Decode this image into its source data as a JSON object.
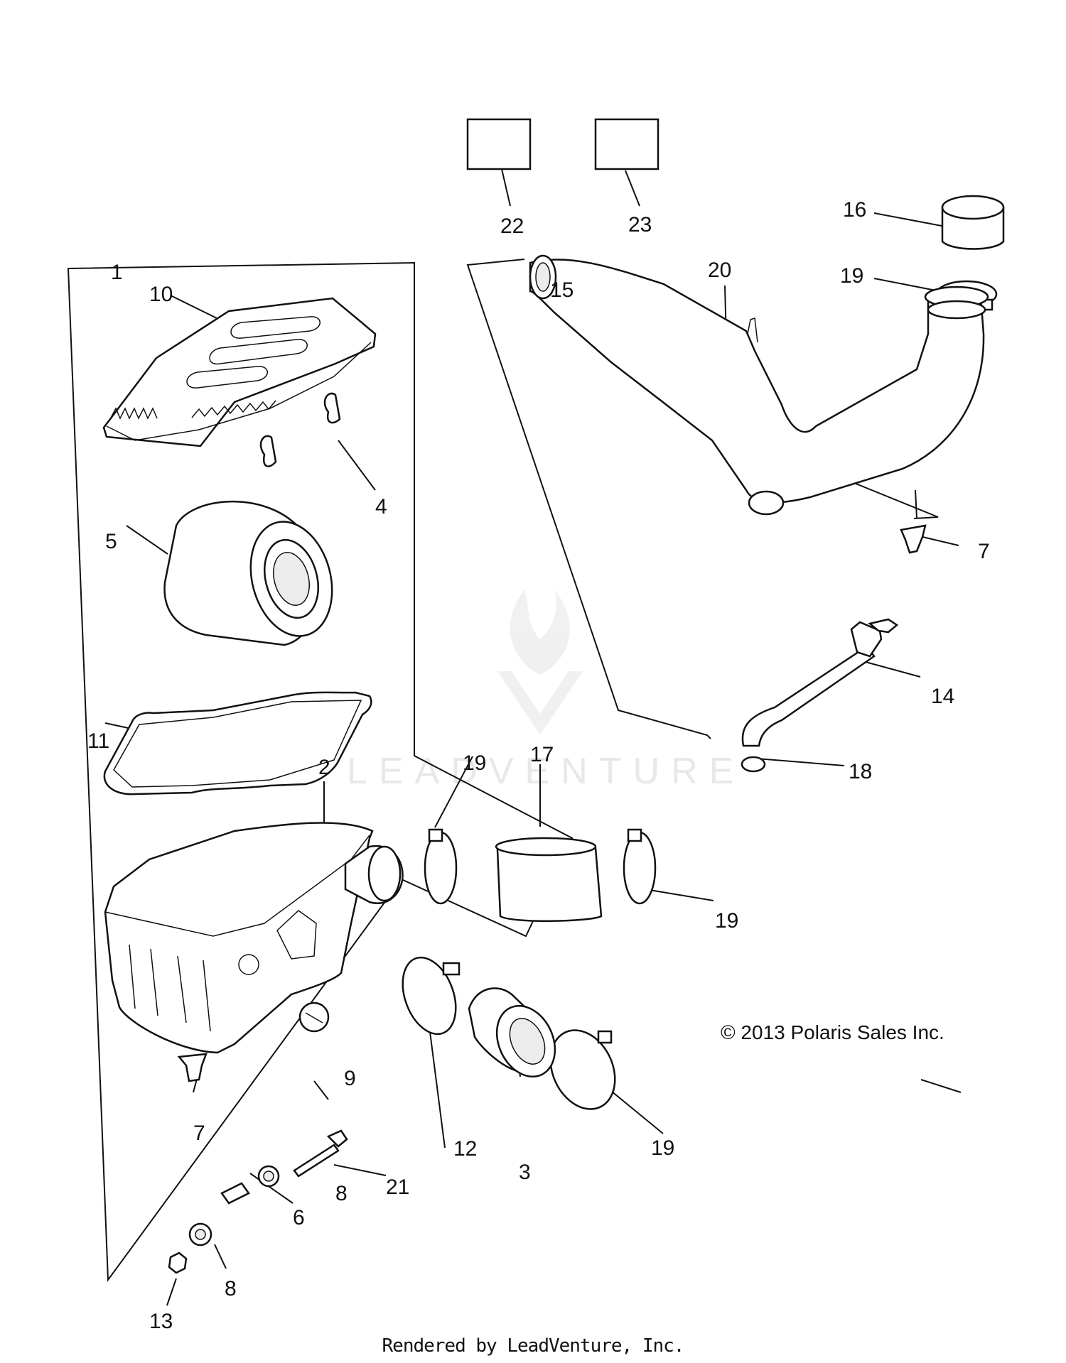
{
  "diagram": {
    "callouts": {
      "c1": "1",
      "c2": "2",
      "c3": "3",
      "c4": "4",
      "c5": "5",
      "c6": "6",
      "c7a": "7",
      "c7b": "7",
      "c8a": "8",
      "c8b": "8",
      "c9": "9",
      "c10": "10",
      "c11": "11",
      "c12": "12",
      "c13": "13",
      "c14": "14",
      "c15": "15",
      "c16": "16",
      "c17": "17",
      "c18": "18",
      "c19a": "19",
      "c19b": "19",
      "c19c": "19",
      "c19d": "19",
      "c20": "20",
      "c21": "21",
      "c22": "22",
      "c23": "23"
    },
    "copyright": "© 2013 Polaris Sales Inc.",
    "watermark": "LEADVENTURE",
    "rendered_by": "Rendered by LeadVenture, Inc."
  }
}
